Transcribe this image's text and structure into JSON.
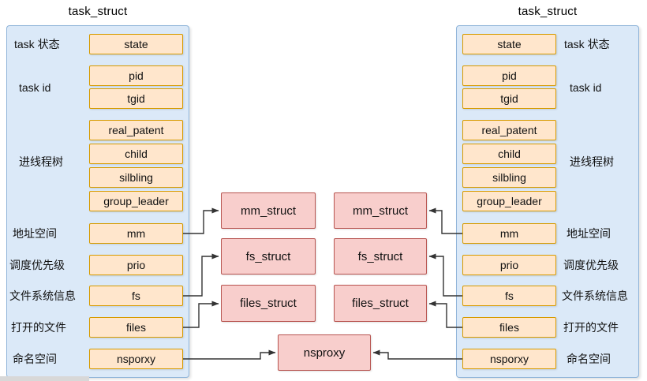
{
  "left_panel": {
    "title": "task_struct",
    "labels": [
      "task 状态",
      "task id",
      "进线程树",
      "地址空间",
      "调度优先级",
      "文件系统信息",
      "打开的文件",
      "命名空间"
    ],
    "fields": [
      "state",
      "pid",
      "tgid",
      "real_patent",
      "child",
      "silbling",
      "group_leader",
      "mm",
      "prio",
      "fs",
      "files",
      "nsporxy"
    ]
  },
  "right_panel": {
    "title": "task_struct",
    "labels": [
      "task 状态",
      "task id",
      "进线程树",
      "地址空间",
      "调度优先级",
      "文件系统信息",
      "打开的文件",
      "命名空间"
    ],
    "fields": [
      "state",
      "pid",
      "tgid",
      "real_patent",
      "child",
      "silbling",
      "group_leader",
      "mm",
      "prio",
      "fs",
      "files",
      "nsporxy"
    ]
  },
  "middle": {
    "left_structs": [
      "mm_struct",
      "fs_struct",
      "files_struct"
    ],
    "right_structs": [
      "mm_struct",
      "fs_struct",
      "files_struct"
    ],
    "shared_struct": "nsproxy"
  },
  "colors": {
    "panel_fill": "#dbe9f8",
    "panel_border": "#8fb4d9",
    "field_fill": "#ffe6cc",
    "field_border": "#d79b00",
    "struct_fill": "#f8cecc",
    "struct_border": "#b85450",
    "arrow": "#333333"
  }
}
